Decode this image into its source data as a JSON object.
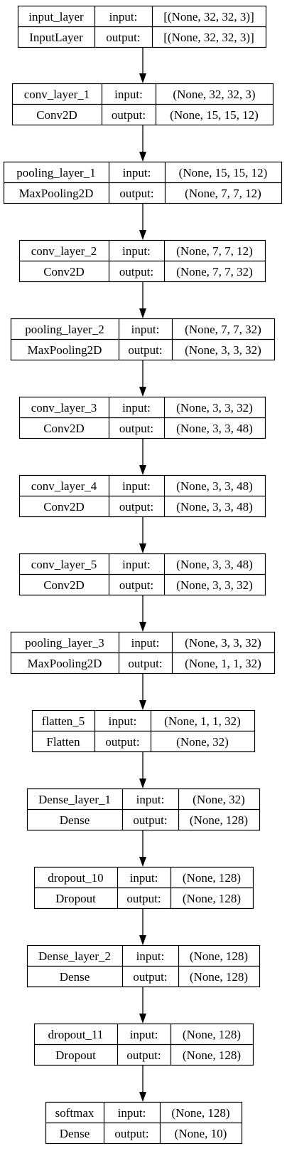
{
  "labels": {
    "input": "input:",
    "output": "output:"
  },
  "layers": [
    {
      "name": "input_layer",
      "type": "InputLayer",
      "input_shape": "[(None, 32, 32, 3)]",
      "output_shape": "[(None, 32, 32, 3)]"
    },
    {
      "name": "conv_layer_1",
      "type": "Conv2D",
      "input_shape": "(None, 32, 32, 3)",
      "output_shape": "(None, 15, 15, 12)"
    },
    {
      "name": "pooling_layer_1",
      "type": "MaxPooling2D",
      "input_shape": "(None, 15, 15, 12)",
      "output_shape": "(None, 7, 7, 12)"
    },
    {
      "name": "conv_layer_2",
      "type": "Conv2D",
      "input_shape": "(None, 7, 7, 12)",
      "output_shape": "(None, 7, 7, 32)"
    },
    {
      "name": "pooling_layer_2",
      "type": "MaxPooling2D",
      "input_shape": "(None, 7, 7, 32)",
      "output_shape": "(None, 3, 3, 32)"
    },
    {
      "name": "conv_layer_3",
      "type": "Conv2D",
      "input_shape": "(None, 3, 3, 32)",
      "output_shape": "(None, 3, 3, 48)"
    },
    {
      "name": "conv_layer_4",
      "type": "Conv2D",
      "input_shape": "(None, 3, 3, 48)",
      "output_shape": "(None, 3, 3, 48)"
    },
    {
      "name": "conv_layer_5",
      "type": "Conv2D",
      "input_shape": "(None, 3, 3, 48)",
      "output_shape": "(None, 3, 3, 32)"
    },
    {
      "name": "pooling_layer_3",
      "type": "MaxPooling2D",
      "input_shape": "(None, 3, 3, 32)",
      "output_shape": "(None, 1, 1, 32)"
    },
    {
      "name": "flatten_5",
      "type": "Flatten",
      "input_shape": "(None, 1, 1, 32)",
      "output_shape": "(None, 32)"
    },
    {
      "name": "Dense_layer_1",
      "type": "Dense",
      "input_shape": "(None, 32)",
      "output_shape": "(None, 128)"
    },
    {
      "name": "dropout_10",
      "type": "Dropout",
      "input_shape": "(None, 128)",
      "output_shape": "(None, 128)"
    },
    {
      "name": "Dense_layer_2",
      "type": "Dense",
      "input_shape": "(None, 128)",
      "output_shape": "(None, 128)"
    },
    {
      "name": "dropout_11",
      "type": "Dropout",
      "input_shape": "(None, 128)",
      "output_shape": "(None, 128)"
    },
    {
      "name": "softmax",
      "type": "Dense",
      "input_shape": "(None, 128)",
      "output_shape": "(None, 10)"
    }
  ],
  "colors": {
    "stroke": "#000000",
    "text": "#000000",
    "background": "#ffffff"
  }
}
